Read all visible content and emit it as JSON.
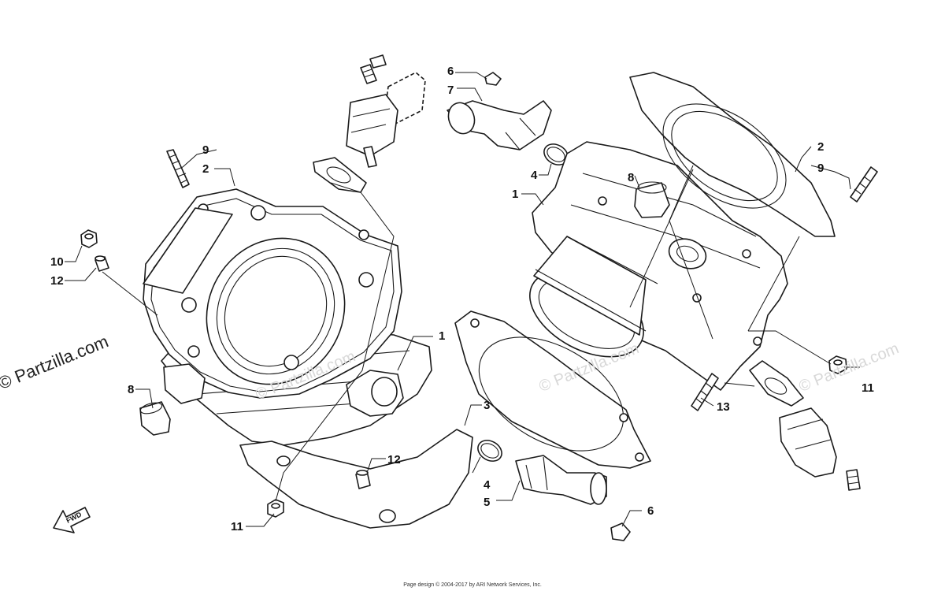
{
  "watermark": "© Partzilla.com",
  "watermark_faint": "© Partzilla.com",
  "footer": "Page design © 2004-2017 by ARI Network Services, Inc.",
  "direction_arrow_label": "FWD",
  "callouts": {
    "c1a": "1",
    "c1b": "1",
    "c2a": "2",
    "c2b": "2",
    "c3": "3",
    "c4a": "4",
    "c4b": "4",
    "c5": "5",
    "c6a": "6",
    "c6b": "6",
    "c7": "7",
    "c8a": "8",
    "c8b": "8",
    "c9a": "9",
    "c9b": "9",
    "c10": "10",
    "c11a": "11",
    "c11b": "11",
    "c12a": "12",
    "c12b": "12",
    "c13": "13"
  }
}
